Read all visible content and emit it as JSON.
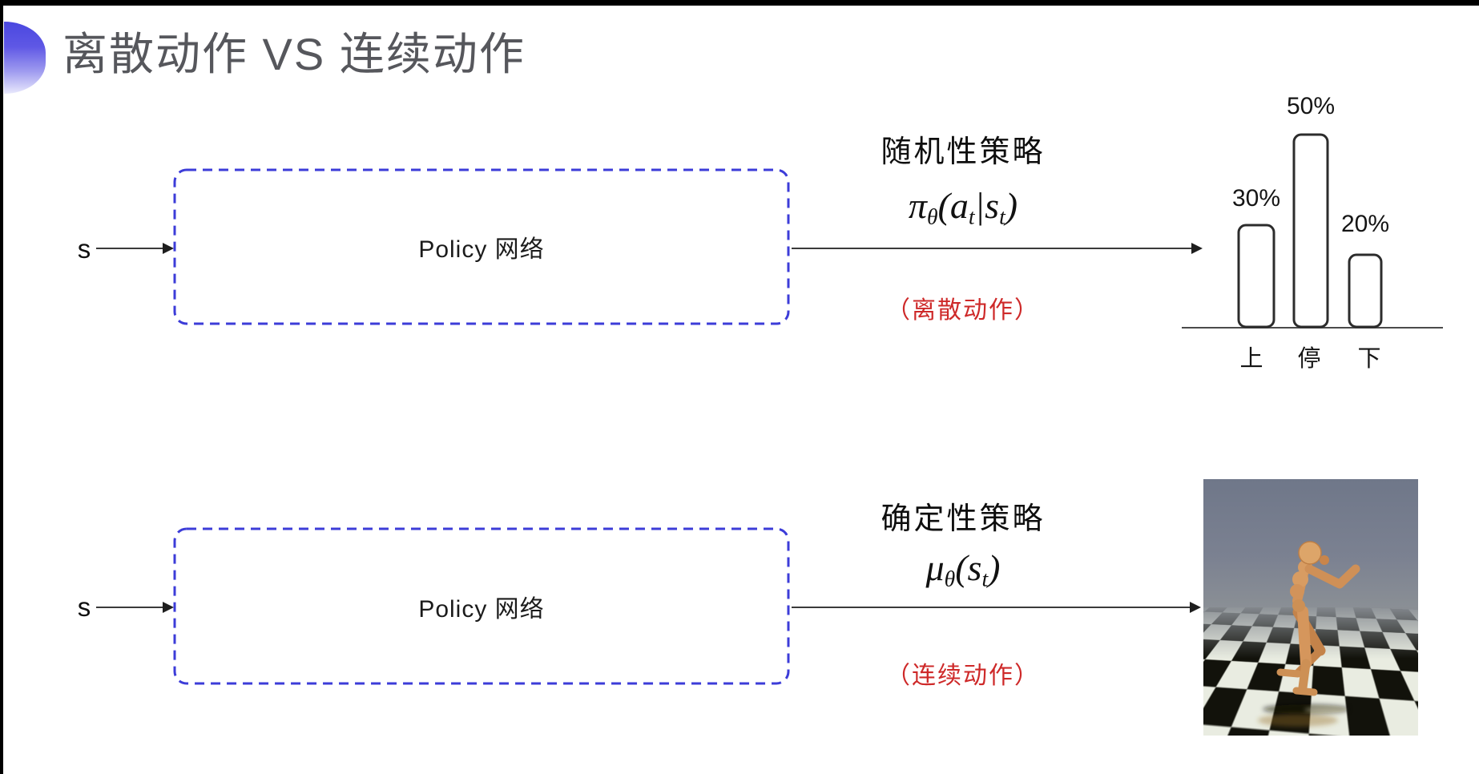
{
  "title": {
    "text": "离散动作 VS 连续动作",
    "color": "#56575c",
    "accent_color_top": "#4a47e0",
    "accent_color_bottom": "#e9e9fc"
  },
  "colors": {
    "box_border_blue": "#3c3cd8",
    "red_text": "#ce2929",
    "arrow": "#2f2f2f"
  },
  "top_flow": {
    "input_label": "s",
    "box_label": "Policy 网络",
    "policy_title": "随机性策略",
    "formula": {
      "sym": "π",
      "sym_sub": "θ",
      "open": "(",
      "arg1": "a",
      "arg1_sub": "t",
      "sep": "|",
      "arg2": "s",
      "arg2_sub": "t",
      "close": ")"
    },
    "tag": "（离散动作）"
  },
  "bottom_flow": {
    "input_label": "s",
    "box_label": "Policy 网络",
    "policy_title": "确定性策略",
    "formula": {
      "sym": "μ",
      "sym_sub": "θ",
      "open": "(",
      "arg1": "s",
      "arg1_sub": "t",
      "close": ")"
    },
    "tag": "（连续动作）",
    "sim_image": {
      "name": "humanoid-robot-simulation-render",
      "sky_color": "#7b8191",
      "floor_dark": "#12120b",
      "floor_light": "#e9ece1",
      "robot_color": "#d69a60"
    }
  },
  "chart_data": {
    "type": "bar",
    "categories": [
      "上",
      "停",
      "下"
    ],
    "values": [
      30,
      50,
      20
    ],
    "labels": [
      "30%",
      "50%",
      "20%"
    ],
    "title": "",
    "xlabel": "",
    "ylabel": "",
    "ylim": [
      0,
      55
    ],
    "grid": false,
    "legend": false,
    "style": "outlined white bars with rounded corners above a single baseline axis"
  }
}
